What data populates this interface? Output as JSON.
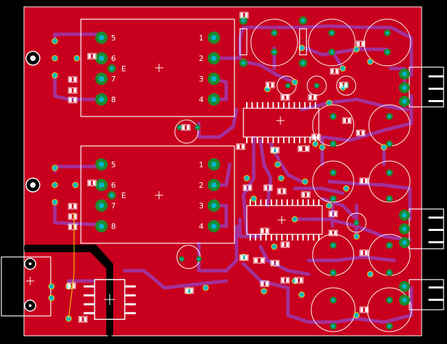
{
  "board": {
    "colors": {
      "background": "#000000",
      "copper_pour": "#c8001e",
      "trace": "#a4309a",
      "pad": "#1f8a2a",
      "via": "#00b4c8",
      "silkscreen": "#ffffff",
      "yellow": "#ffdd00"
    }
  },
  "relay_top": {
    "pins_right": [
      "1",
      "2",
      "3",
      "4"
    ],
    "pins_left": [
      "5",
      "6",
      "7",
      "8"
    ],
    "tag": "E"
  },
  "relay_bottom": {
    "pins_right": [
      "1",
      "2",
      "3",
      "4"
    ],
    "pins_left": [
      "5",
      "6",
      "7",
      "8"
    ],
    "tag": "E"
  }
}
